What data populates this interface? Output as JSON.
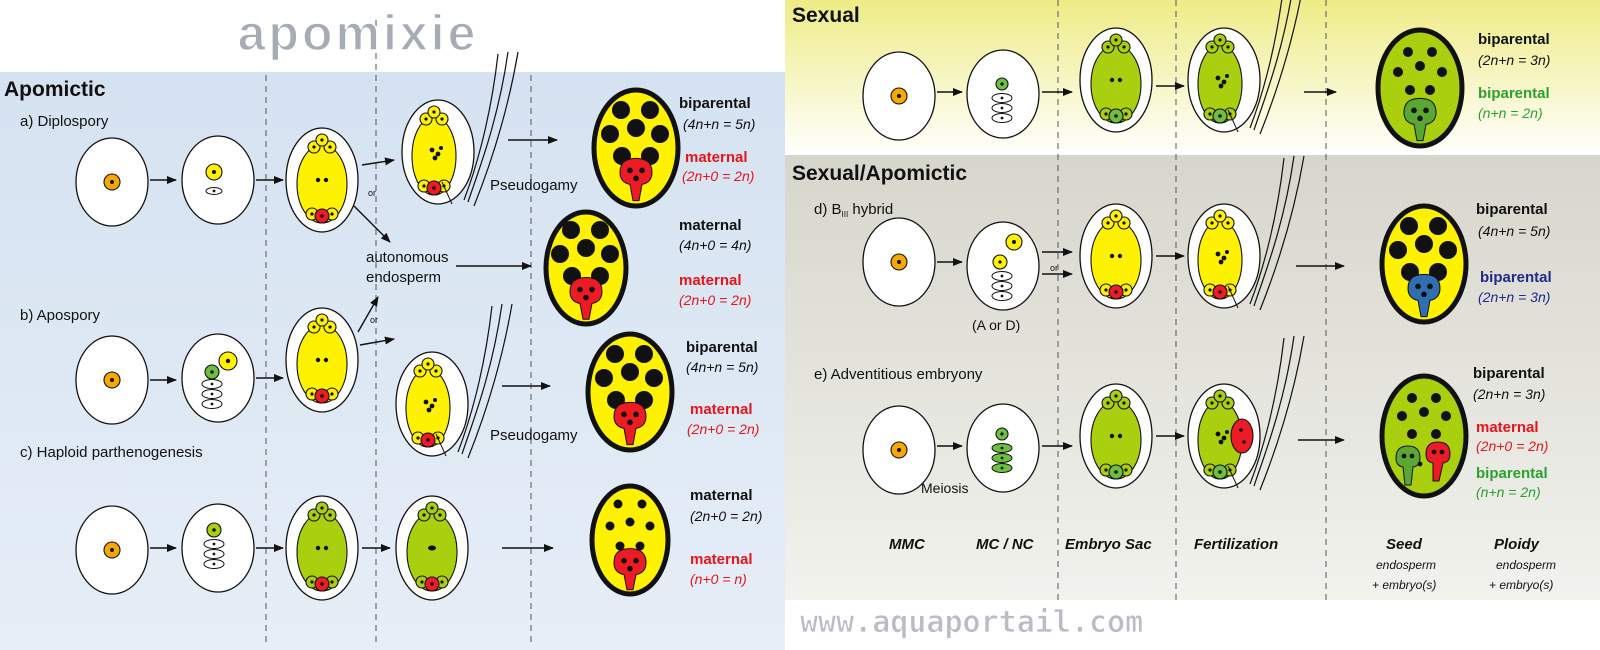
{
  "title": "apomixie",
  "watermark": "www.aquaportail.com",
  "colors": {
    "apomictic_bg": "#d6e3f2",
    "sexual_bg_top": "#f0ee8a",
    "sexual_apomictic_bg": "#d8d8cf",
    "yellow": "#fff200",
    "green": "#a9cf0f",
    "red": "#ed1c24",
    "blue": "#2f6fb0",
    "orange": "#f7a800",
    "black": "#1a1a1a",
    "text_red": "#e8141c",
    "text_green": "#2ca02c",
    "text_navy": "#1f2a8a"
  },
  "sections": {
    "apomictic": "Apomictic",
    "sexual": "Sexual",
    "sexual_apomictic": "Sexual/Apomictic"
  },
  "rows": {
    "diplospory": {
      "label": "a) Diplospory",
      "or": "or",
      "pseudogamy": "Pseudogamy",
      "r1": "biparental",
      "r1_ploidy": "(4n+n = 5n)",
      "r2": "maternal",
      "r2_ploidy": "(2n+0 = 2n)"
    },
    "autonomous": {
      "label1": "autonomous",
      "label2": "endosperm",
      "r1": "maternal",
      "r1_ploidy": "(4n+0 = 4n)",
      "r2": "maternal",
      "r2_ploidy": "(2n+0 = 2n)"
    },
    "apospory": {
      "label": "b) Apospory",
      "or": "or",
      "pseudogamy": "Pseudogamy",
      "r1": "biparental",
      "r1_ploidy": "(4n+n = 5n)",
      "r2": "maternal",
      "r2_ploidy": "(2n+0 = 2n)"
    },
    "haploid": {
      "label": "c) Haploid parthenogenesis",
      "r1": "maternal",
      "r1_ploidy": "(2n+0 = 2n)",
      "r2": "maternal",
      "r2_ploidy": "(n+0 = n)"
    },
    "sexual": {
      "r1": "biparental",
      "r1_ploidy": "(2n+n = 3n)",
      "r2": "biparental",
      "r2_ploidy": "(n+n = 2n)"
    },
    "biii": {
      "label_prefix": "d) B",
      "label_sub": "III",
      "label_suffix": " hybrid",
      "or": "or",
      "a_or_d": "(A or D)",
      "r1": "biparental",
      "r1_ploidy": "(4n+n = 5n)",
      "r2": "biparental",
      "r2_ploidy": "(2n+n = 3n)"
    },
    "adventitious": {
      "label": "e) Adventitious embryony",
      "meiosis": "Meiosis",
      "r1": "biparental",
      "r1_ploidy": "(2n+n = 3n)",
      "r2": "maternal",
      "r2_ploidy": "(2n+0 = 2n)",
      "r3": "biparental",
      "r3_ploidy": "(n+n = 2n)"
    }
  },
  "stages": {
    "mmc": "MMC",
    "mc_nc": "MC / NC",
    "embryo_sac": "Embryo Sac",
    "fertilization": "Fertilization",
    "seed": "Seed",
    "seed_sub1": "endosperm",
    "seed_sub2": "+ embryo(s)",
    "ploidy": "Ploidy",
    "ploidy_sub1": "endosperm",
    "ploidy_sub2": "+ embryo(s)"
  }
}
